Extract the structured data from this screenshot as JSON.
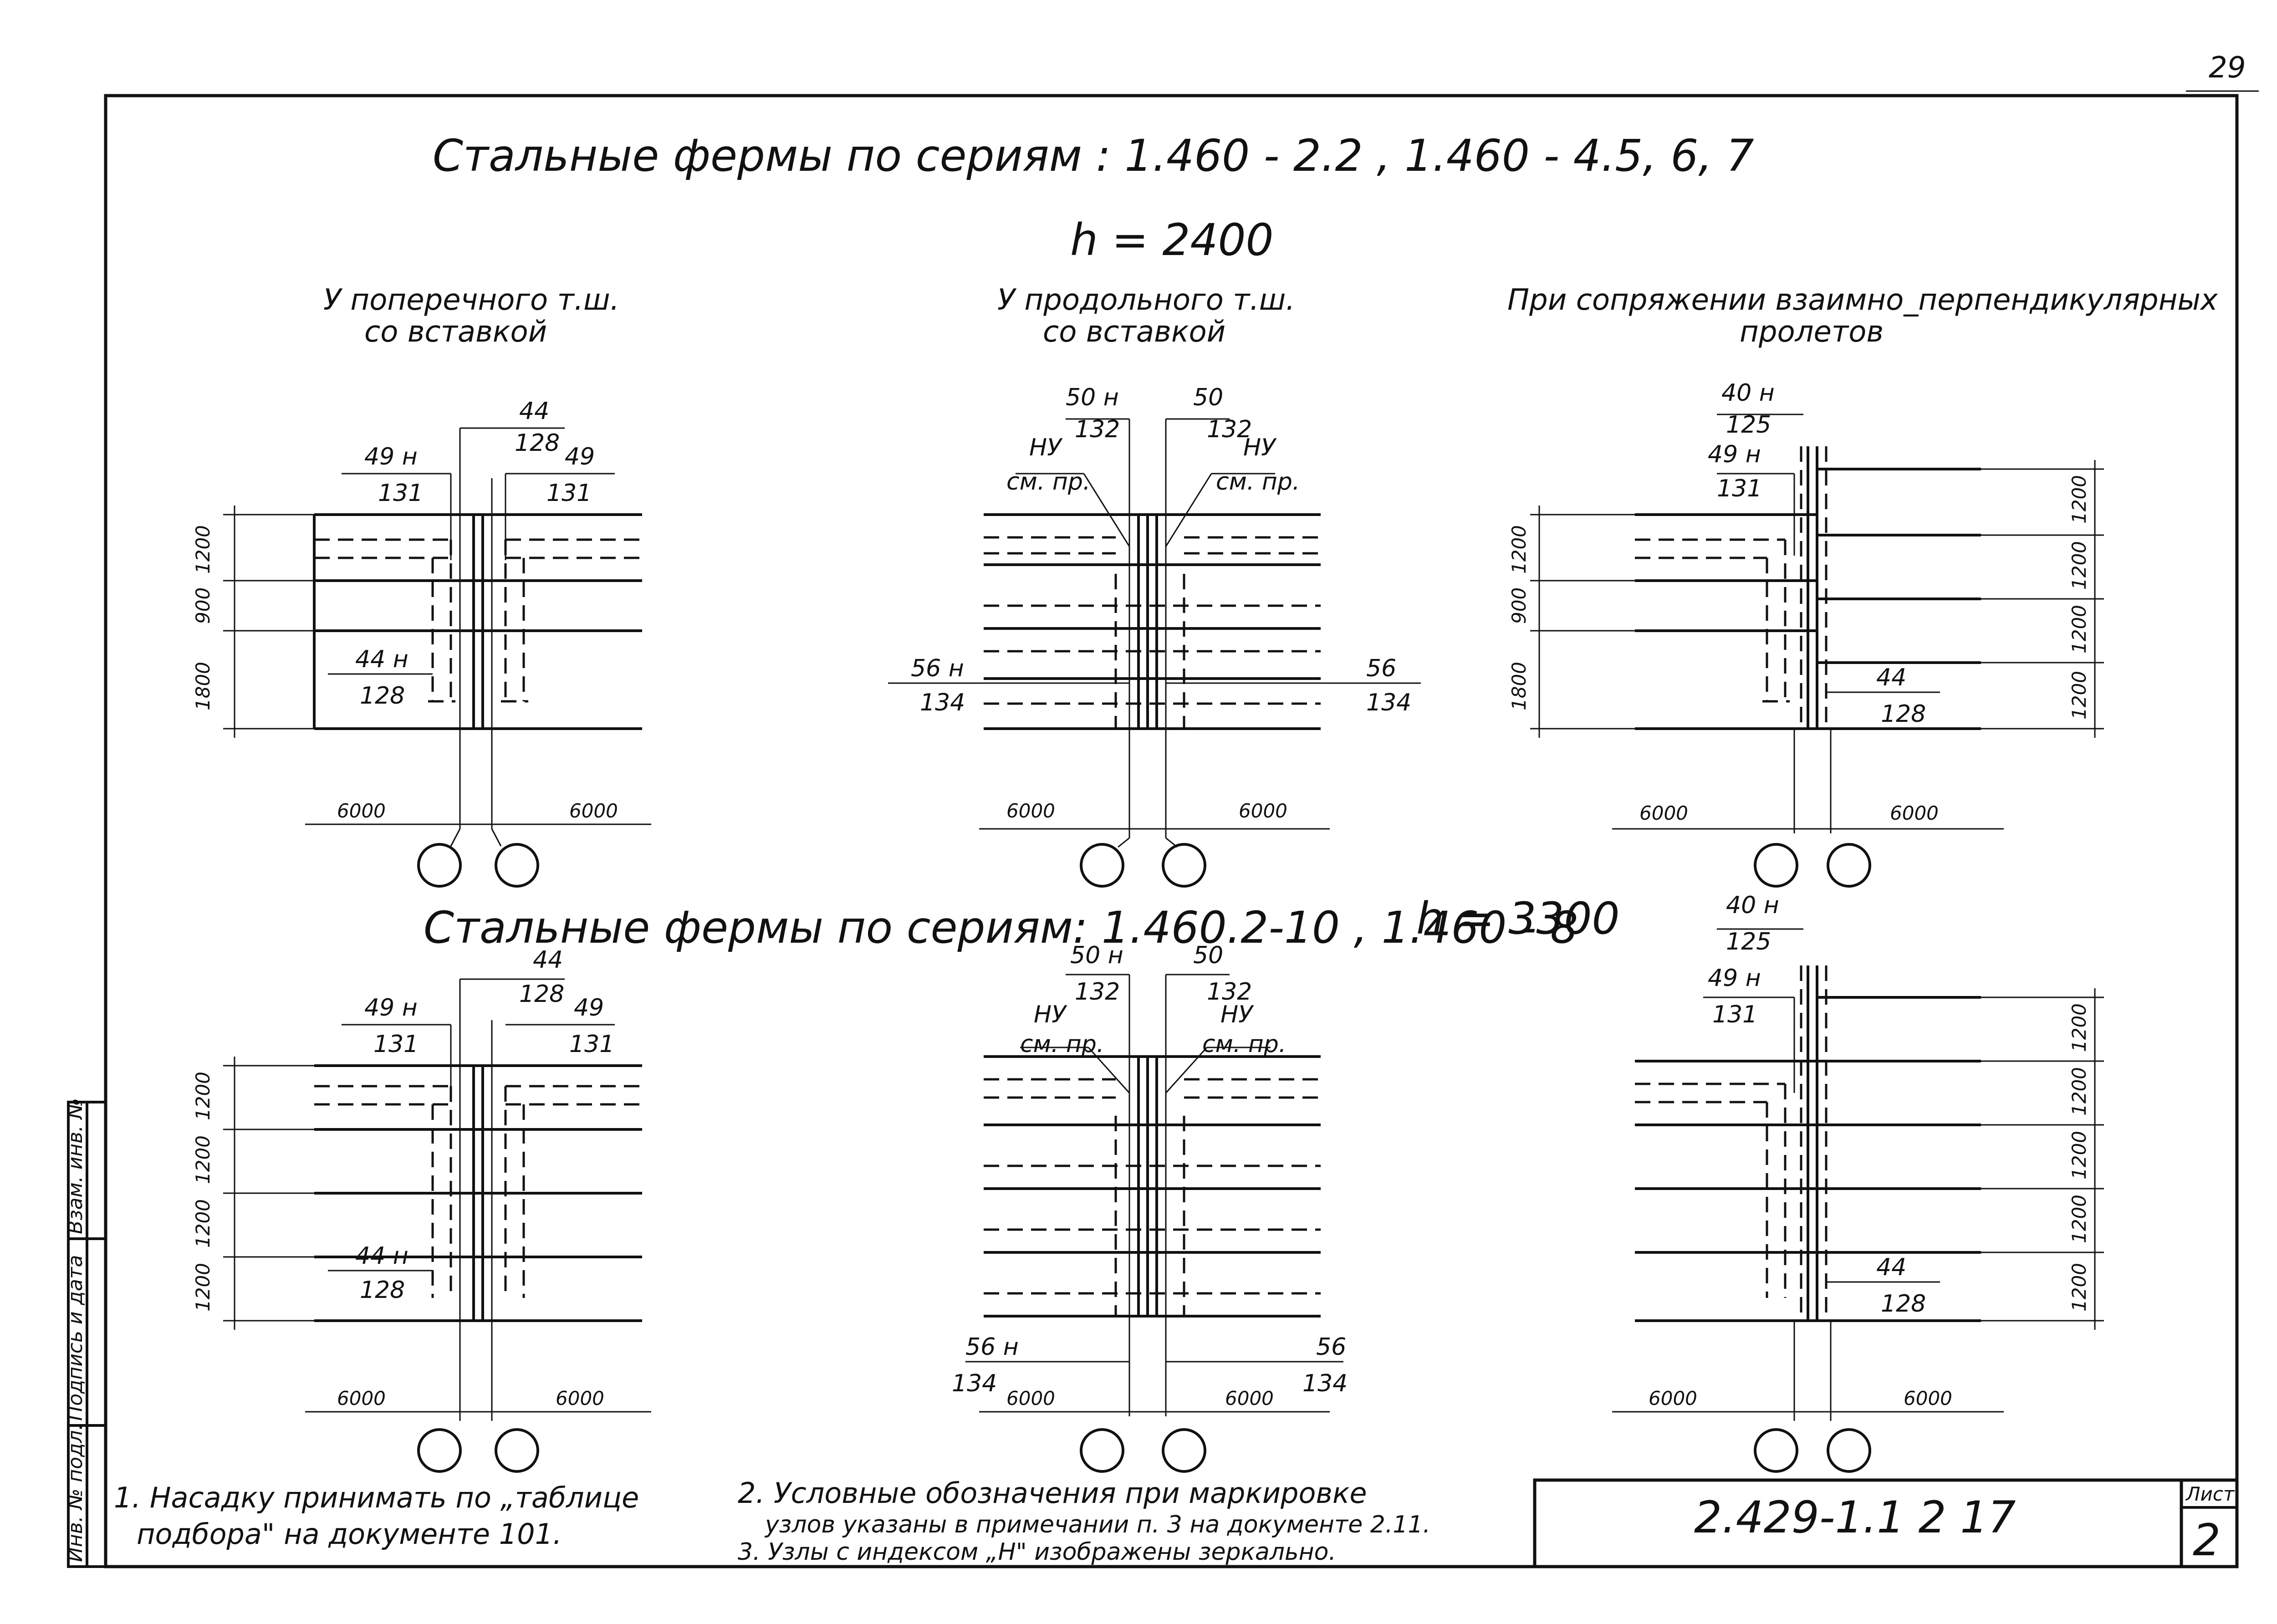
{
  "page_number": "29",
  "titles": {
    "top": "Стальные   фермы   по   сериям :  1.460 - 2.2 ,    1.460 - 4.5, 6, 7",
    "h_top": "h = 2400",
    "mid": "Стальные   фермы  по  сериям: 1.460.2-10 ,  1.460 - 8",
    "h_mid": "h = 3300"
  },
  "panel_titles": {
    "p1_line1": "У  поперечного  т.ш.",
    "p1_line2": "со  вставкой",
    "p2_line1": "У  продольного  т.ш.",
    "p2_line2": "со  вставкой",
    "p3_line1": "При   сопряжении  взаимно_перпендикулярных",
    "p3_line2": "пролетов"
  },
  "marks": {
    "m44": "44",
    "m128": "128",
    "m49": "49",
    "m131": "131",
    "m49h": "49 н",
    "m44h": "44 н",
    "m50h": "50 н",
    "m50": "50",
    "m132": "132",
    "ny": "НУ",
    "smpr": "см. пр.",
    "m56h": "56 н",
    "m56": "56",
    "m134": "134",
    "m40h": "40 н",
    "m125": "125",
    "d6000": "6000",
    "d1200": "1200",
    "d900": "900",
    "d1800": "1800"
  },
  "notes": {
    "n1_line1": "1. Насадку принимать по „таблице",
    "n1_line2": "подбора\" на документе 101.",
    "n2_line1": "2. Условные обозначения при маркировке",
    "n2_line2": "узлов указаны в примечании п. 3 на документе 2.11.",
    "n3": "3.  Узлы с индексом „Н\" изображены зеркально."
  },
  "stamp": {
    "code": "2.429-1.1  2 17",
    "sheet_label": "Лист",
    "sheet_no": "2"
  },
  "side_stamp": {
    "c1": "Инв. № подл.",
    "c2": "Подпись и дата",
    "c3": "Взам. инв. №"
  }
}
